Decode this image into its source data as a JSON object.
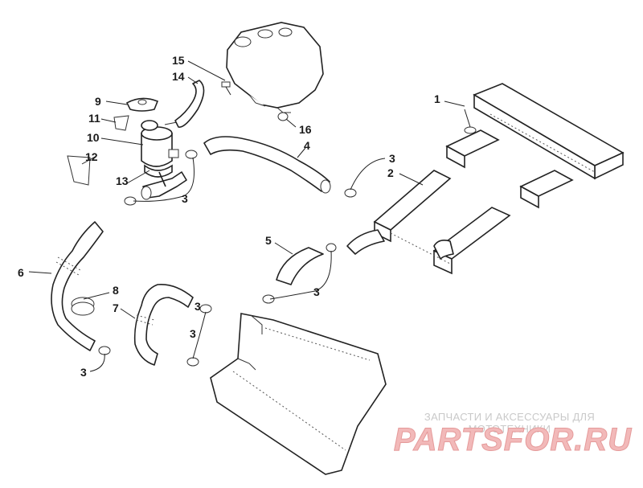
{
  "callouts": {
    "c1": "1",
    "c2": "2",
    "c3a": "3",
    "c3b": "3",
    "c3c": "3",
    "c3d": "3",
    "c3e": "3",
    "c3f": "3",
    "c4": "4",
    "c5": "5",
    "c6": "6",
    "c7": "7",
    "c8": "8",
    "c9": "9",
    "c10": "10",
    "c11": "11",
    "c12": "12",
    "c13": "13",
    "c14": "14",
    "c15": "15",
    "c16": "16"
  },
  "watermark": {
    "tagline": "ЗАПЧАСТИ И АКСЕССУАРЫ ДЛЯ МОТОТЕХНИКИ",
    "brand": "PARTSFOR.RU"
  },
  "colors": {
    "line": "#222222",
    "watermark_text": "#c9c9c9",
    "watermark_brand": "#f2b9b9"
  }
}
